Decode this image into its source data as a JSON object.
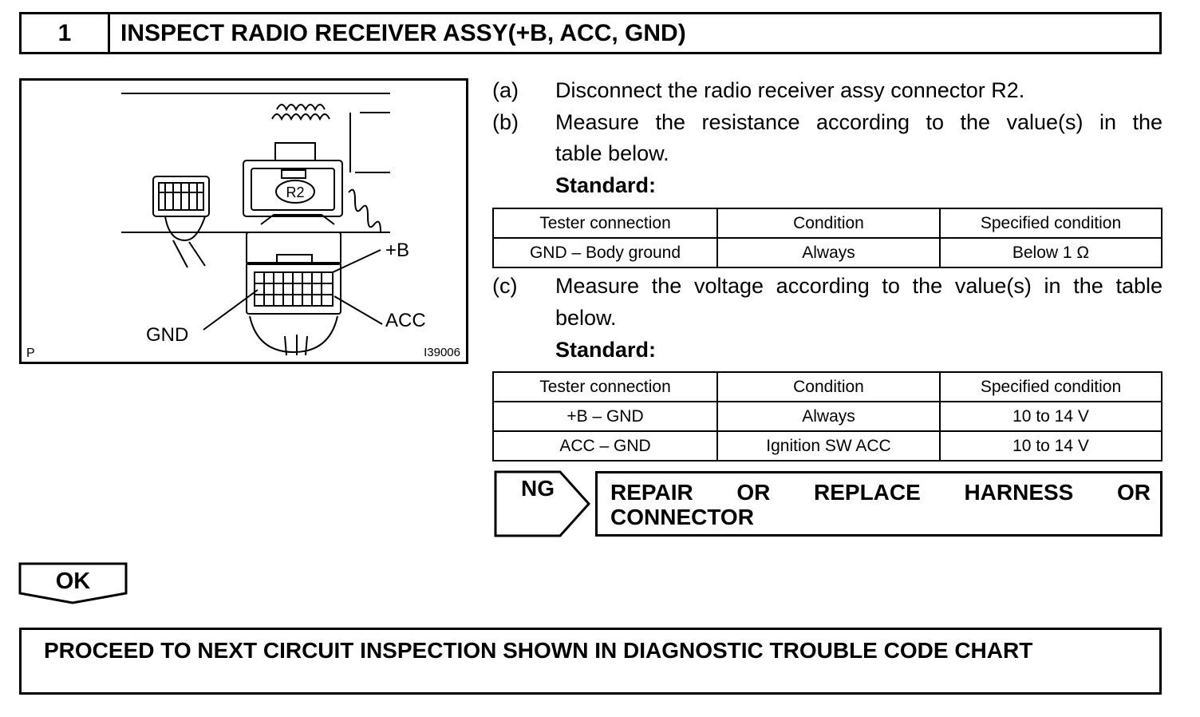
{
  "header": {
    "number": "1",
    "title": "INSPECT RADIO RECEIVER ASSY(+B, ACC, GND)"
  },
  "illustration": {
    "connector_label": "R2",
    "label_b": "+B",
    "label_acc": "ACC",
    "label_gnd": "GND",
    "corner_code": "P",
    "figure_id": "I39006"
  },
  "steps": {
    "a": {
      "letter": "(a)",
      "text": "Disconnect the radio receiver assy connector R2."
    },
    "b": {
      "letter": "(b)",
      "line1": "Measure the resistance according to the value(s) in the",
      "line2": "table below."
    },
    "c": {
      "letter": "(c)",
      "line1": "Measure the voltage according to the value(s) in the table",
      "line2": "below."
    }
  },
  "standard_label": "Standard:",
  "resistance_table": {
    "headers": [
      "Tester connection",
      "Condition",
      "Specified condition"
    ],
    "rows": [
      [
        "GND – Body ground",
        "Always",
        "Below 1 Ω"
      ]
    ]
  },
  "voltage_table": {
    "headers": [
      "Tester connection",
      "Condition",
      "Specified condition"
    ],
    "rows": [
      [
        "+B – GND",
        "Always",
        "10 to 14 V"
      ],
      [
        "ACC – GND",
        "Ignition SW ACC",
        "10 to 14 V"
      ]
    ]
  },
  "ng": {
    "label": "NG",
    "words": [
      "REPAIR",
      "OR",
      "REPLACE",
      "HARNESS",
      "OR"
    ],
    "line2": "CONNECTOR"
  },
  "ok": {
    "label": "OK"
  },
  "proceed": {
    "text": "PROCEED TO NEXT CIRCUIT INSPECTION SHOWN IN DIAGNOSTIC TROUBLE CODE CHART"
  }
}
